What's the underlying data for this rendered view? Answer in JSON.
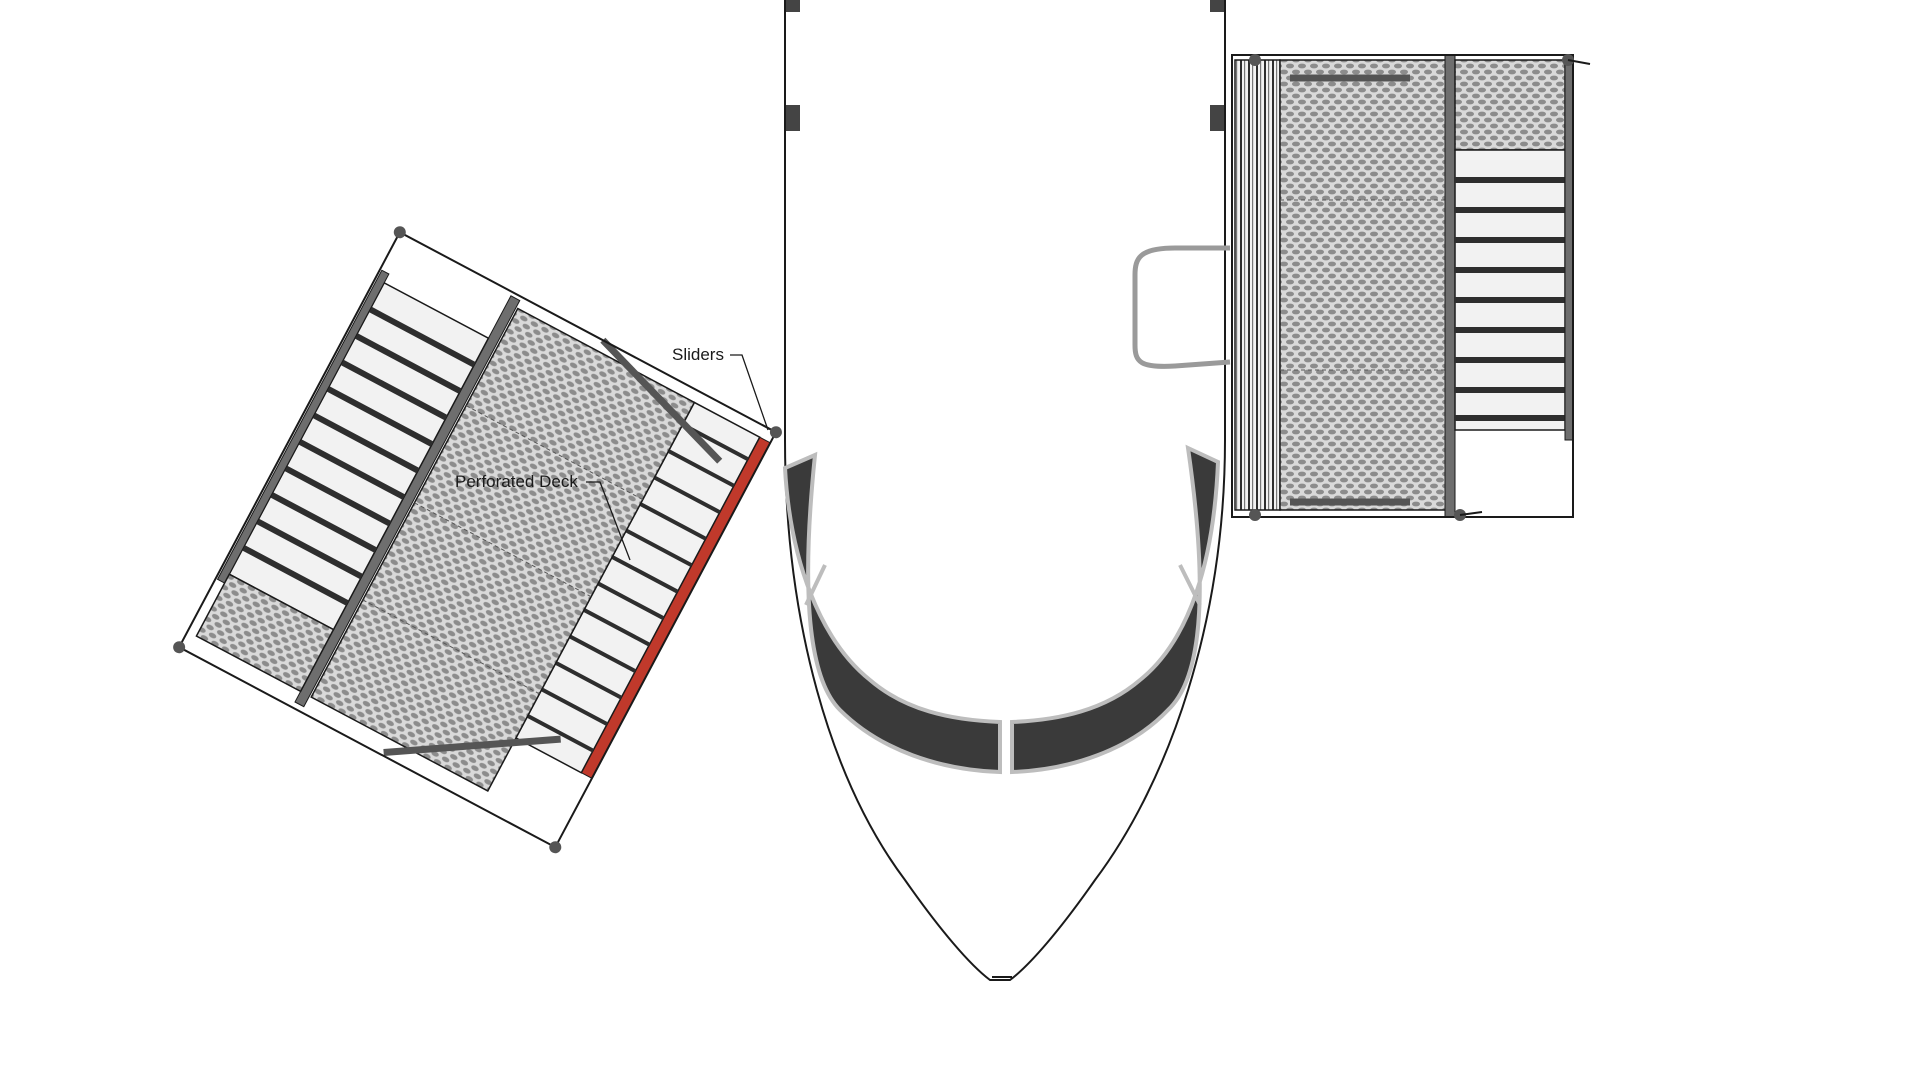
{
  "callouts": {
    "sliders": "Sliders",
    "perforated_deck": "Perforated Deck"
  },
  "colors": {
    "background": "#ffffff",
    "outline": "#1a1a1a",
    "fuselage": "#ffffff",
    "windshield": "#3a3a3a",
    "windshield_frame": "#bdbdbd",
    "deck_fill": "#d9d9d9",
    "deck_hole": "#8c8c8c",
    "tread_light": "#f2f2f2",
    "tread_dark": "#2e2e2e",
    "rail": "#6e6e6e",
    "slider": "#c0392b",
    "strut": "#555555"
  },
  "icons": [
    "aircraft-nose",
    "platform-left",
    "platform-right"
  ]
}
